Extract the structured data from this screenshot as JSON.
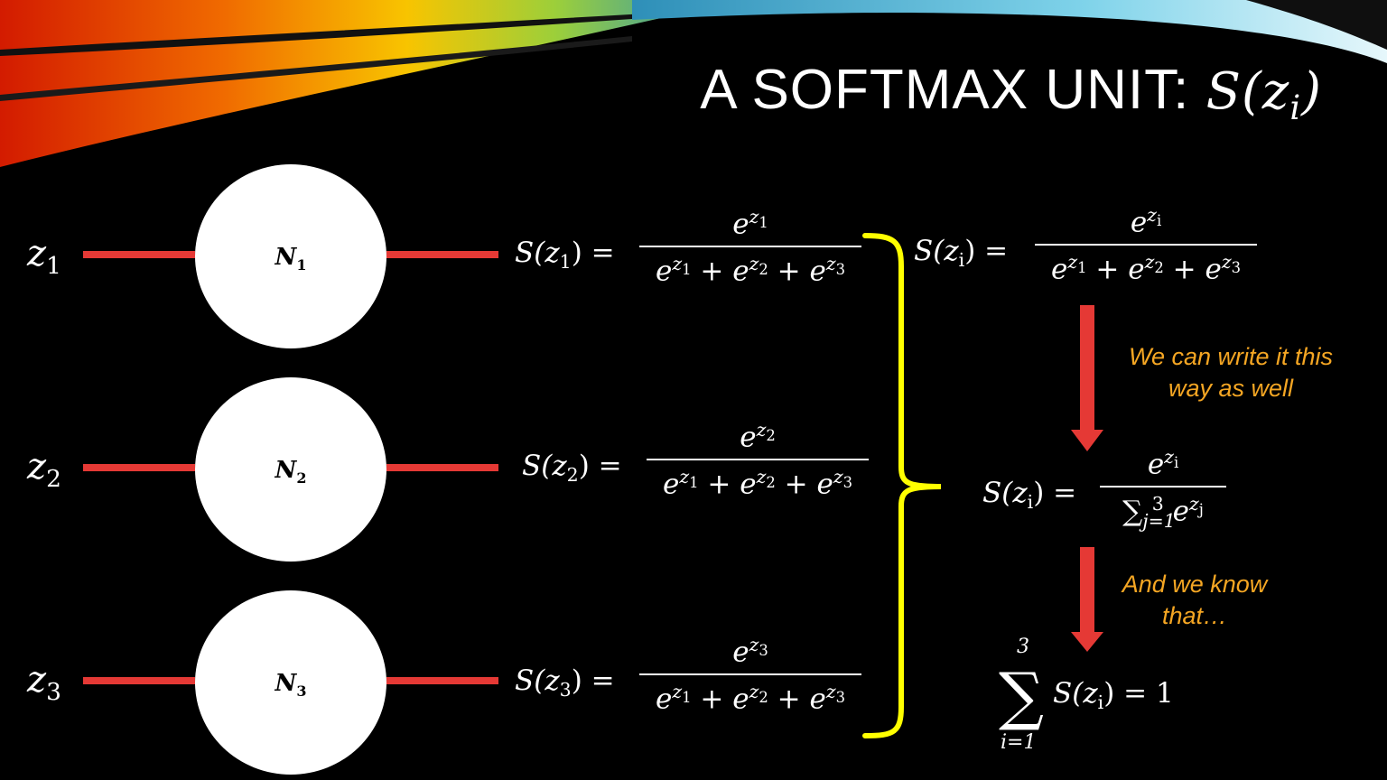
{
  "slide": {
    "title": "A SOFTMAX UNIT: ",
    "title_math": "S(z",
    "title_math_sub": "i",
    "title_math_close": ")"
  },
  "inputs": [
    {
      "label": "z",
      "sub": "1"
    },
    {
      "label": "z",
      "sub": "2"
    },
    {
      "label": "z",
      "sub": "3"
    }
  ],
  "nodes": [
    {
      "label": "N",
      "sub": "1"
    },
    {
      "label": "N",
      "sub": "2"
    },
    {
      "label": "N",
      "sub": "3"
    }
  ],
  "equations": [
    {
      "lhs": "S(z",
      "lhs_sub": "1",
      "lhs_close": ") =",
      "num_exp": "z",
      "num_exp_sub": "1"
    },
    {
      "lhs": "S(z",
      "lhs_sub": "2",
      "lhs_close": ") =",
      "num_exp": "z",
      "num_exp_sub": "2"
    },
    {
      "lhs": "S(z",
      "lhs_sub": "3",
      "lhs_close": ") =",
      "num_exp": "z",
      "num_exp_sub": "3"
    }
  ],
  "denominator": {
    "e": "e",
    "z": "z",
    "s1": "1",
    "s2": "2",
    "s3": "3",
    "plus": " + "
  },
  "general_eq": {
    "lhs": "S(z",
    "lhs_sub": "i",
    "lhs_close": ") =",
    "num_exp": "z",
    "num_exp_sub": "i"
  },
  "sigma_eq": {
    "lhs": "S(z",
    "lhs_sub": "i",
    "lhs_close": ") =",
    "num_exp": "z",
    "num_exp_sub": "i",
    "sum_symbol": "∑",
    "upper": "3",
    "lower": "j=1",
    "term_exp": "z",
    "term_exp_sub": "j"
  },
  "final_eq": {
    "sum_symbol": "∑",
    "upper": "3",
    "lower": "i=1",
    "body": "S(z",
    "body_sub": "i",
    "body_close": ") = 1"
  },
  "notes": {
    "note1_line1": "We can write it this",
    "note1_line2": "way as well",
    "note2_line1": "And we know",
    "note2_line2": "that…"
  },
  "colors": {
    "connector": "#e53935",
    "arrow": "#e53935",
    "brace": "#ffff00",
    "note_text": "#f5a623"
  }
}
